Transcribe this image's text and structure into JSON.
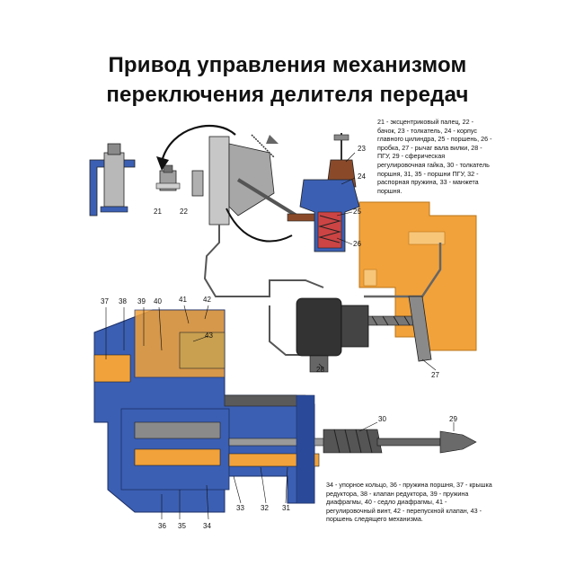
{
  "title": {
    "line1": "Привод управления механизмом",
    "line2": "переключения делителя передач"
  },
  "legend_top": "21 - эксцентриковый палец, 22 - бачок, 23 - толкатель, 24 - корпус главного цилиндра, 25 - поршень, 26 - пробка, 27 - рычаг вала вилки, 28 - ПГУ, 29 - сферическая регулировочная гайка, 30 - толкатель поршня, 31, 35 - поршни ПГУ, 32 - распорная пружина, 33 - манжета поршня.",
  "legend_bottom": "34 - упорное кольцо, 36 - пружина поршня, 37 - крышка редуктора, 38 - клапан редуктора, 39 - пружина диафрагмы, 40 - седло диафрагмы, 41 - регулировочный винт, 42 - перепускной клапан, 43 - поршень следящего механизма.",
  "callouts": {
    "c21": "21",
    "c22": "22",
    "c23": "23",
    "c24": "24",
    "c25": "25",
    "c26": "26",
    "c27": "27",
    "c28": "28",
    "c29": "29",
    "c30": "30",
    "c31": "31",
    "c32": "32",
    "c33": "33",
    "c34": "34",
    "c35": "35",
    "c36": "36",
    "c37": "37",
    "c38": "38",
    "c39": "39",
    "c40": "40",
    "c41": "41",
    "c42": "42",
    "c43": "43"
  },
  "colors": {
    "housing_blue": "#3b5fb3",
    "housing_orange": "#f2a23a",
    "metal_gray": "#8a8a8a",
    "rubber_brown": "#8a4a2a",
    "outline": "#222222"
  }
}
